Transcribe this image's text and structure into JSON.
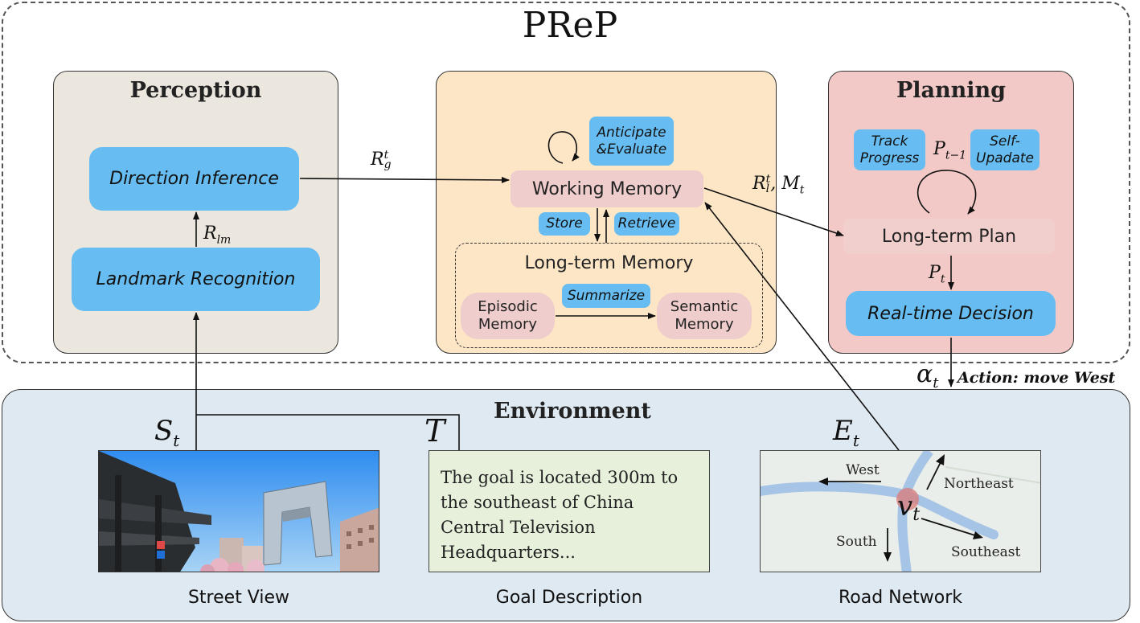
{
  "title": "PReP",
  "perception": {
    "title": "Perception",
    "direction_inference": "Direction Inference",
    "landmark_recognition": "Landmark Recognition",
    "r_lm_main": "R",
    "r_lm_sub": "lm"
  },
  "memory": {
    "anticipate_evaluate_line1": "Anticipate",
    "anticipate_evaluate_line2": "&Evaluate",
    "working_memory": "Working  Memory",
    "store": "Store",
    "retrieve": "Retrieve",
    "long_term_memory": "Long-term Memory",
    "episodic_line1": "Episodic",
    "episodic_line2": "Memory",
    "summarize": "Summarize",
    "semantic_line1": "Semantic",
    "semantic_line2": "Memory"
  },
  "planning": {
    "title": "Planning",
    "track_progress_line1": "Track",
    "track_progress_line2": "Progress",
    "self_update_line1": "Self-",
    "self_update_line2": "Upadate",
    "p_prev_main": "P",
    "p_prev_sub": "t−1",
    "long_term_plan": "Long-term Plan",
    "p_t_main": "P",
    "p_t_sub": "t",
    "real_time_decision": "Real-time Decision"
  },
  "arrows": {
    "r_g_main": "R",
    "r_g_sup": "t",
    "r_g_sub": "g",
    "r_l_main": "R",
    "r_l_sup": "t",
    "r_l_sub": "l",
    "m_t": ", M",
    "m_t_sub": "t"
  },
  "action": {
    "alpha_main": "α",
    "alpha_sub": "t",
    "label": "Action: move West"
  },
  "environment": {
    "title": "Environment",
    "s_t_main": "S",
    "s_t_sub": "t",
    "t_label": "T",
    "e_t_main": "E",
    "e_t_sub": "t",
    "street_view": "Street View",
    "goal_description": "Goal Description",
    "road_network": "Road Network",
    "goal_text": "The goal is located 300m to the southeast of China Central Television Headquarters...",
    "road_west": "West",
    "road_northeast": "Northeast",
    "road_south": "South",
    "road_southeast": "Southeast",
    "v_t_main": "v",
    "v_t_sub": "t"
  },
  "colors": {
    "blue_box": "#67bdf1",
    "pink_box": "#efcdcc",
    "perception_bg": "#ece7de",
    "memory_bg": "#fde6c6",
    "planning_bg": "#f2c9c6",
    "environment_bg": "#dfe9f2",
    "goal_bg": "#e6f0db"
  }
}
